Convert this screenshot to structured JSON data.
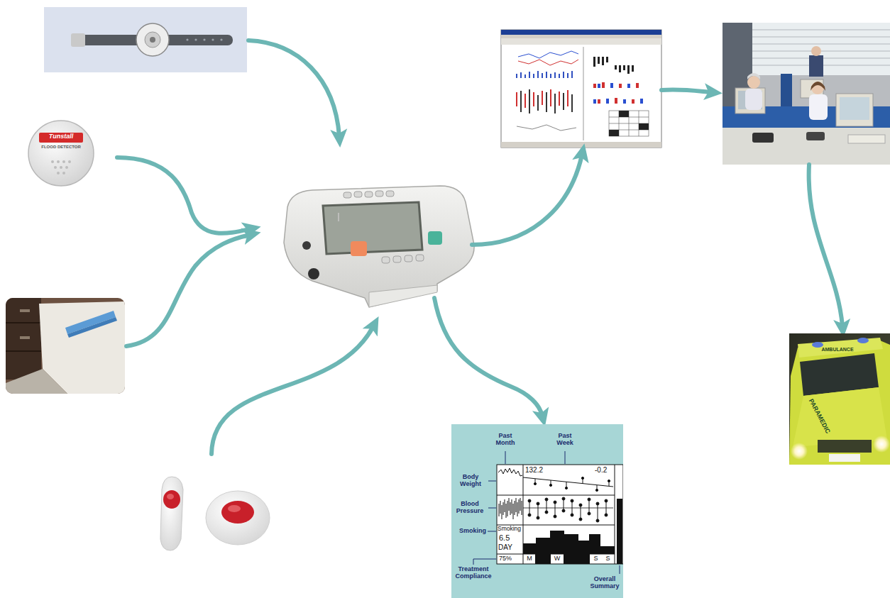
{
  "diagram": {
    "nodes": [
      {
        "text": [
          "Tunstall",
          "FLOOD DETECTOR"
        ]
      },
      {
        "text": [
          "AMBULANCE",
          "PARAMEDIC"
        ]
      },
      {
        "text": [
          "Past Month",
          "Past Week",
          "Body Weight",
          "Blood Pressure",
          "Smoking",
          "Treatment Compliance",
          "Overall Summary",
          "132.2",
          "-0.2",
          "Smoking",
          "6.5",
          "DAY",
          "75%",
          "M",
          "W",
          "S",
          "S"
        ]
      }
    ]
  }
}
